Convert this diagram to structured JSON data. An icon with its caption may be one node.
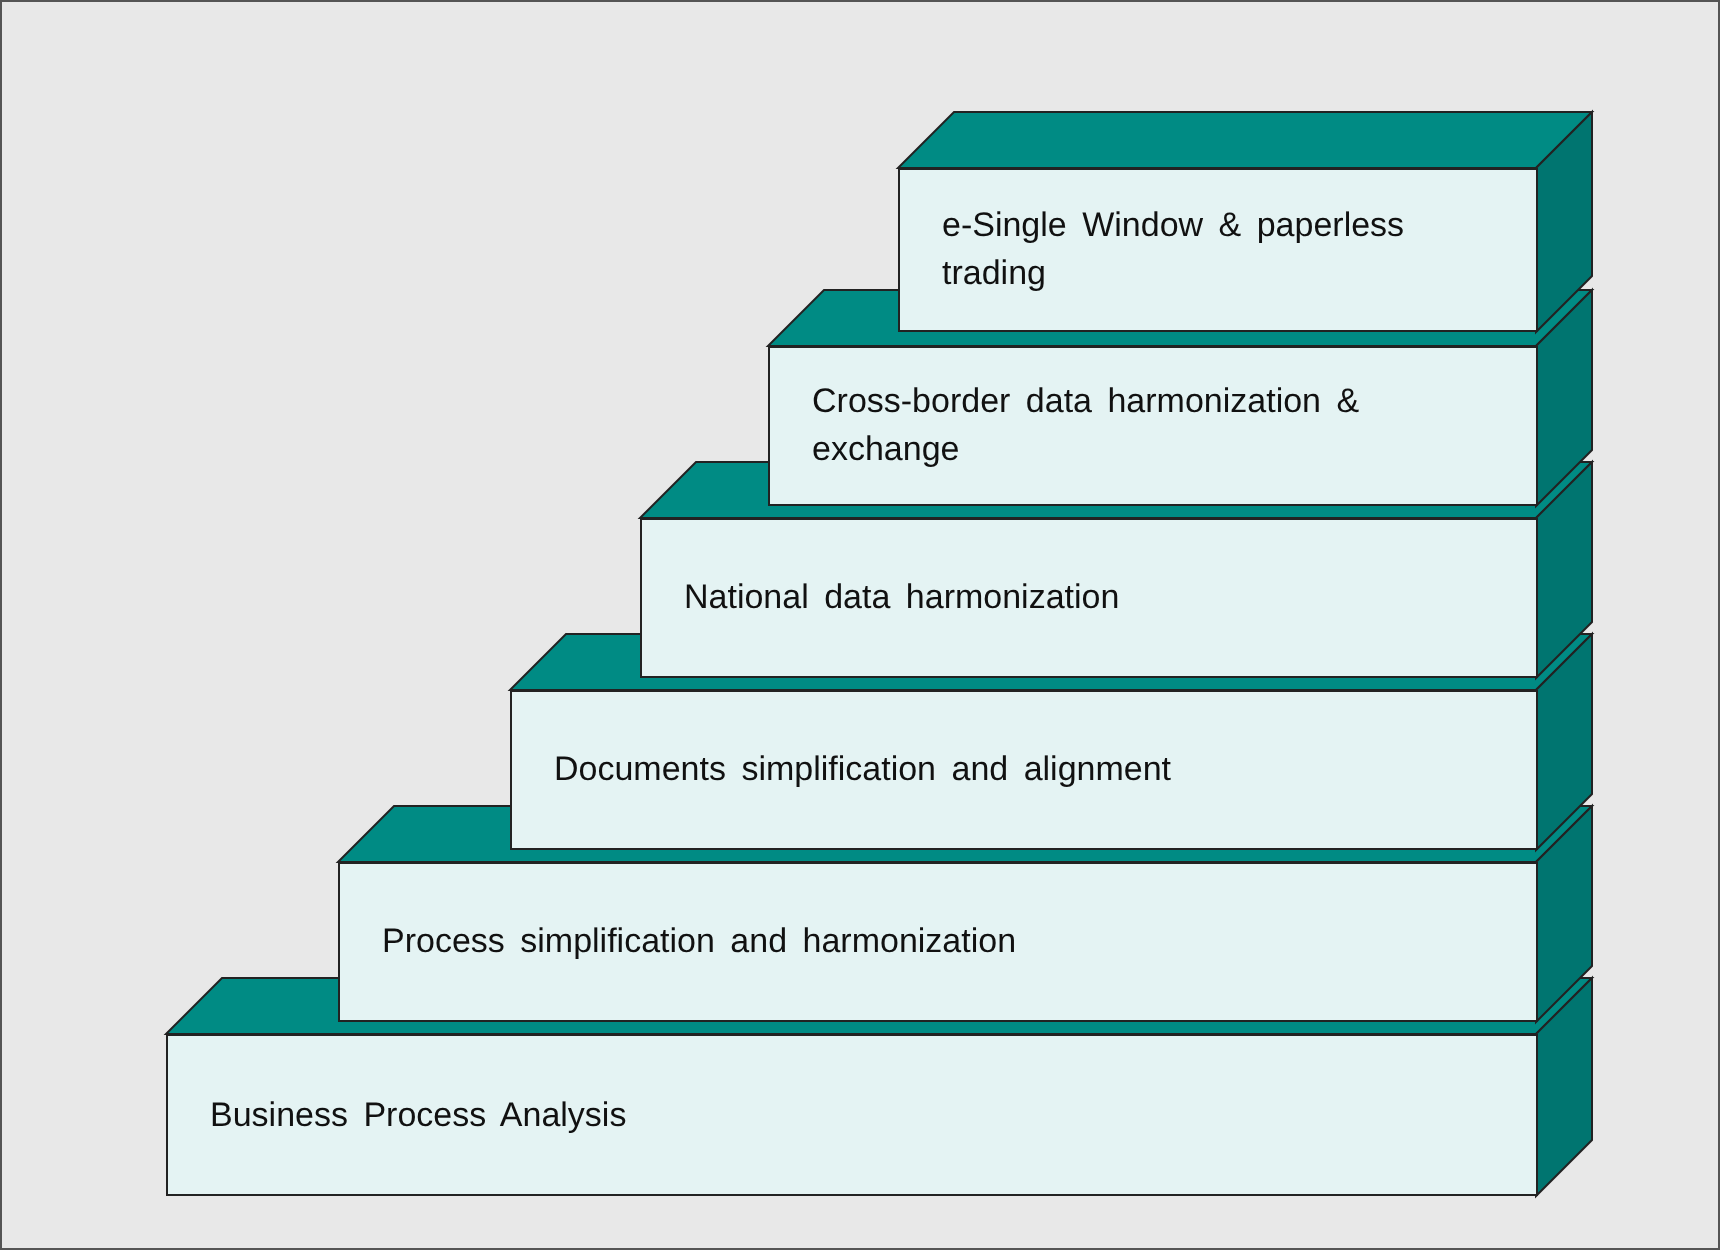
{
  "diagram": {
    "nodes": [
      {
        "text": [
          "e-Single Window & paperless trading"
        ]
      },
      {
        "text": [
          "Cross-border data harmonization & exchange"
        ]
      },
      {
        "text": [
          "National data harmonization"
        ]
      },
      {
        "text": [
          "Documents simplification and alignment"
        ]
      },
      {
        "text": [
          "Process simplification and harmonization"
        ]
      },
      {
        "text": [
          "Business Process Analysis"
        ]
      }
    ]
  }
}
